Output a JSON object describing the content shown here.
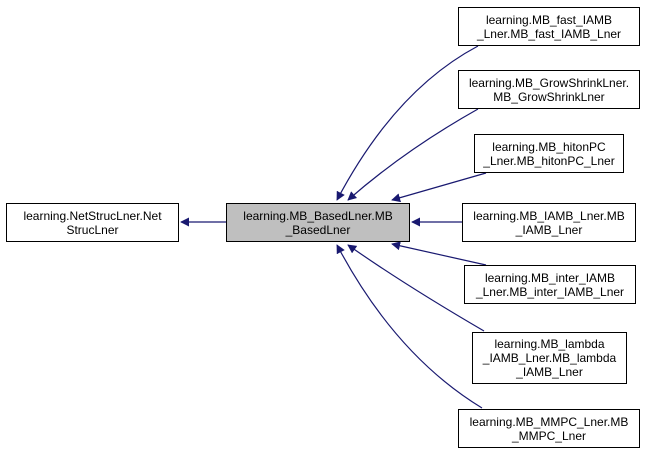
{
  "diagram": {
    "type": "inheritance-graph",
    "edge_color": "#191970",
    "focus_fill": "#bfbfbf",
    "nodes": [
      {
        "id": "netstruc",
        "label": "learning.NetStrucLner.Net\nStrucLner",
        "focus": false
      },
      {
        "id": "mbbased",
        "label": "learning.MB_BasedLner.MB\n_BasedLner",
        "focus": true
      },
      {
        "id": "fastiamb",
        "label": "learning.MB_fast_IAMB\n_Lner.MB_fast_IAMB_Lner",
        "focus": false
      },
      {
        "id": "growshrink",
        "label": "learning.MB_GrowShrinkLner.\nMB_GrowShrinkLner",
        "focus": false
      },
      {
        "id": "hitonpc",
        "label": "learning.MB_hitonPC\n_Lner.MB_hitonPC_Lner",
        "focus": false
      },
      {
        "id": "iamb",
        "label": "learning.MB_IAMB_Lner.MB\n_IAMB_Lner",
        "focus": false
      },
      {
        "id": "interiamb",
        "label": "learning.MB_inter_IAMB\n_Lner.MB_inter_IAMB_Lner",
        "focus": false
      },
      {
        "id": "lambdaiamb",
        "label": "learning.MB_lambda\n_IAMB_Lner.MB_lambda\n_IAMB_Lner",
        "focus": false
      },
      {
        "id": "mmpc",
        "label": "learning.MB_MMPC_Lner.MB\n_MMPC_Lner",
        "focus": false
      }
    ],
    "edges": [
      {
        "from": "mbbased",
        "to": "netstruc"
      },
      {
        "from": "fastiamb",
        "to": "mbbased"
      },
      {
        "from": "growshrink",
        "to": "mbbased"
      },
      {
        "from": "hitonpc",
        "to": "mbbased"
      },
      {
        "from": "iamb",
        "to": "mbbased"
      },
      {
        "from": "interiamb",
        "to": "mbbased"
      },
      {
        "from": "lambdaiamb",
        "to": "mbbased"
      },
      {
        "from": "mmpc",
        "to": "mbbased"
      }
    ]
  }
}
